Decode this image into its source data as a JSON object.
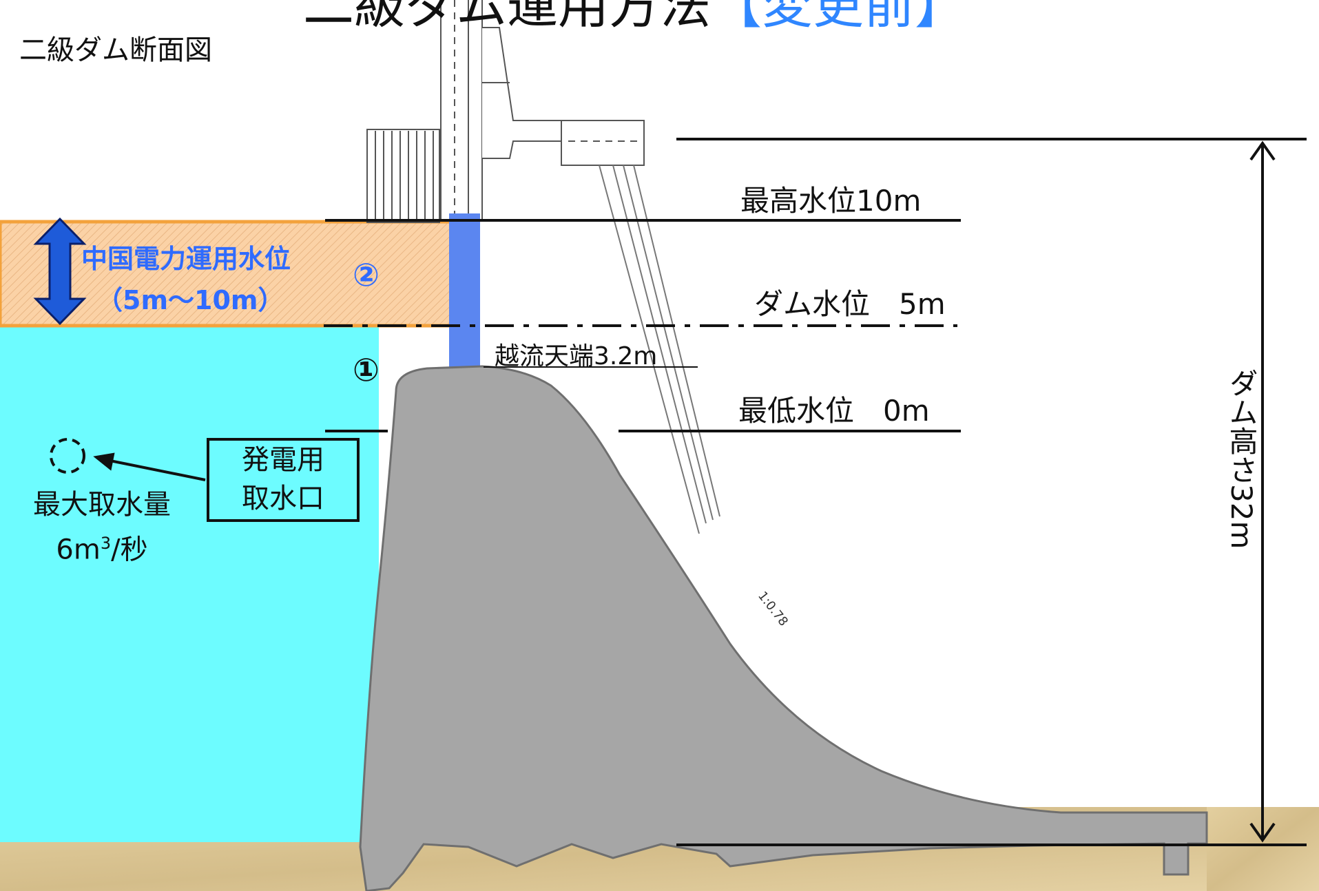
{
  "title": {
    "main": "二級ダム運用方法",
    "accent": "【変更前】"
  },
  "section_title": "二級ダム断面図",
  "levels": {
    "max": "最高水位10m",
    "dam": "ダム水位　5m",
    "overflow": "越流天端3.2m",
    "min": "最低水位　0m"
  },
  "band": {
    "line1": "中国電力運用水位",
    "line2": "（5m～10m）"
  },
  "markers": {
    "one": "①",
    "two": "②"
  },
  "intake": {
    "line1": "発電用",
    "line2": "取水口"
  },
  "max_intake": {
    "line1": "最大取水量",
    "line2_pre": "6m",
    "line2_sup": "3",
    "line2_post": "/秒"
  },
  "dam_height": "ダム高さ32m",
  "slope": "1:0.78",
  "colors": {
    "water": "#6dfcff",
    "band_fill": "#fbd2a6",
    "band_border": "#f3a23c",
    "dam_body": "#a6a6a6",
    "spillway_gate": "#5b86f0",
    "accent_text": "#2f6bff",
    "ground": "#dcc79a"
  }
}
